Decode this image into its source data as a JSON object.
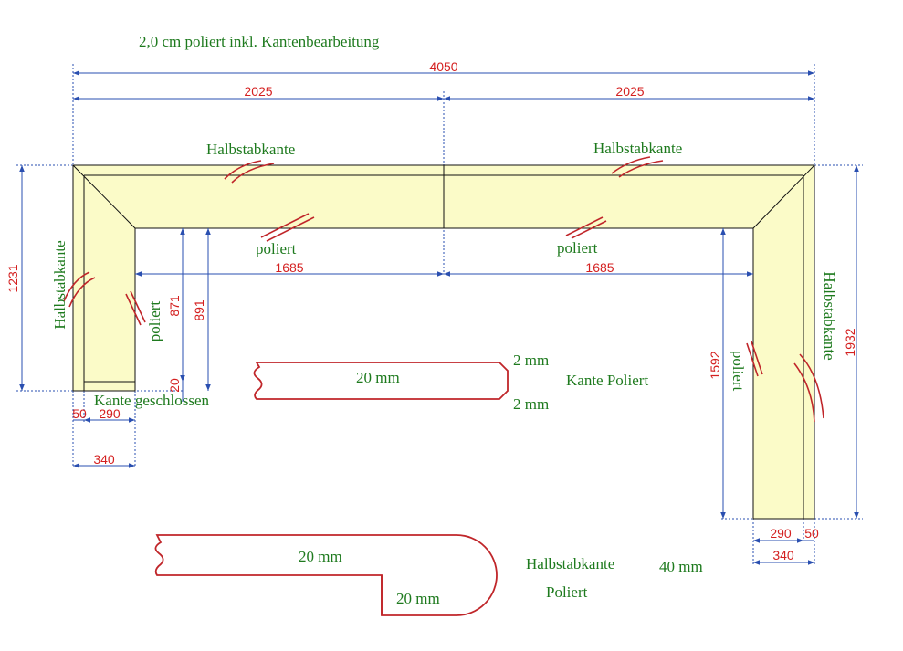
{
  "header": {
    "title": "2,0 cm poliert inkl. Kantenbearbeitung"
  },
  "dimensions": {
    "total_width": "4050",
    "half_left": "2025",
    "half_right": "2025",
    "inner_left": "1685",
    "inner_right": "1685",
    "left_height": "1231",
    "right_height": "1932",
    "inner_871": "871",
    "inner_891": "891",
    "inner_1592": "1592",
    "gap_20": "20",
    "left_50": "50",
    "left_290": "290",
    "left_340": "340",
    "right_290": "290",
    "right_50": "50",
    "right_340": "340"
  },
  "labels": {
    "halbstab_top_left": "Halbstabkante",
    "halbstab_top_right": "Halbstabkante",
    "halbstab_left": "Halbstabkante",
    "halbstab_right": "Halbstabkante",
    "poliert_top_left": "poliert",
    "poliert_top_right": "poliert",
    "poliert_left": "poliert",
    "poliert_right": "poliert",
    "kante_geschlossen": "Kante geschlossen"
  },
  "profile1": {
    "thickness": "20 mm",
    "chamfer_top": "2 mm",
    "chamfer_bottom": "2 mm",
    "caption": "Kante Poliert"
  },
  "profile2": {
    "thickness_top": "20 mm",
    "thickness_bottom": "20 mm",
    "caption_1": "Halbstabkante",
    "caption_2": "Poliert",
    "total": "40 mm"
  },
  "colors": {
    "surface": "#fbfbc8",
    "dimension_line": "#2a4fb0",
    "dimension_text": "#d42020",
    "label_text": "#1e7a1e",
    "edge_mark": "#c0262a"
  }
}
